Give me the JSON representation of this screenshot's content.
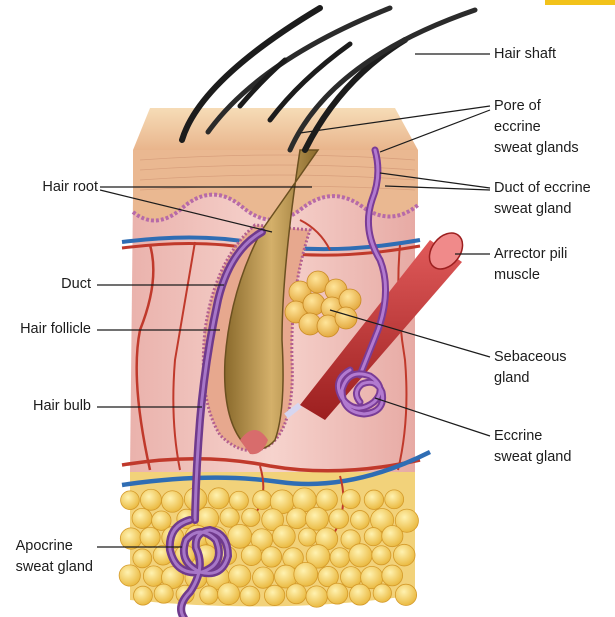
{
  "colors": {
    "epidermis": "#f2cfa5",
    "dermis": "#f0c6c4",
    "fat": "#f7d35a",
    "hair": "#c9a25b",
    "gland": "#8a4fa6",
    "artery": "#c0392b",
    "vein": "#2f6db4",
    "muscle": "#c53030",
    "accent": "#f2c21a"
  },
  "labels": {
    "hair_shaft": "Hair shaft",
    "pore": "Pore of\neccrine\nsweat glands",
    "duct_eccrine": "Duct of eccrine\nsweat gland",
    "arrector": "Arrector pili\nmuscle",
    "sebaceous": "Sebaceous\ngland",
    "eccrine": "Eccrine\nsweat gland",
    "hair_root": "Hair root",
    "duct": "Duct",
    "hair_follicle": "Hair follicle",
    "hair_bulb": "Hair bulb",
    "apocrine": "Apocrine\nsweat gland"
  }
}
